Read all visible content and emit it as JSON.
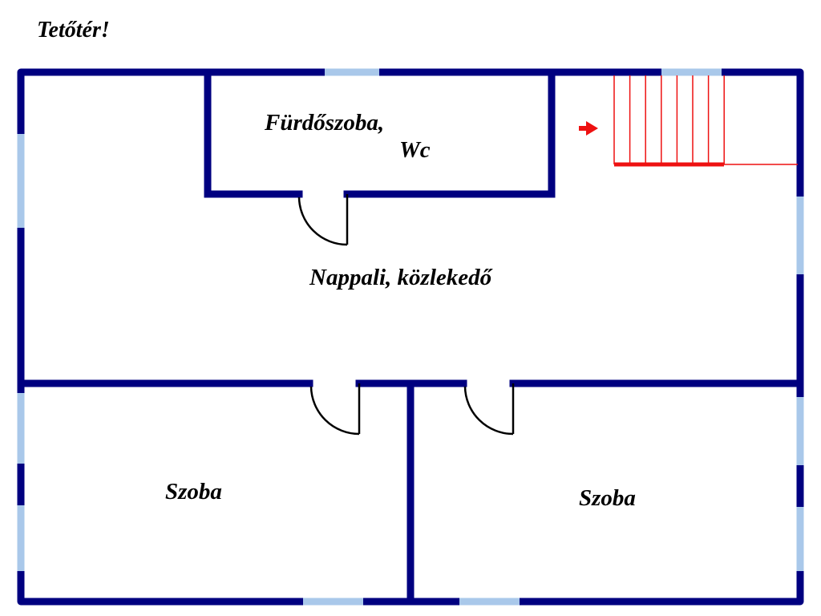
{
  "title": "Tetőtér!",
  "rooms": {
    "bathroom_line1": "Fürdőszoba,",
    "bathroom_line2": "Wc",
    "living": "Nappali, közlekedő",
    "room_left": "Szoba",
    "room_right": "Szoba"
  },
  "colors": {
    "wall": "#000080",
    "window": "#a9c8ea",
    "stairs": "#ee1111",
    "door": "#000000"
  }
}
